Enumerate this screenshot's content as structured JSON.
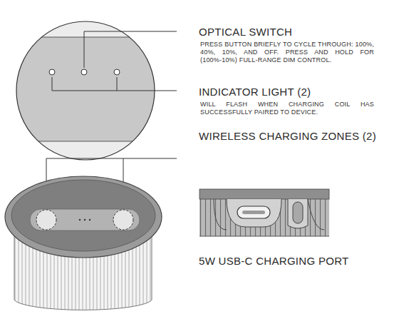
{
  "diagram": {
    "labels": [
      "OPTICAL SWITCH",
      "PRESS BUTTON BRIEFLY TO CYCLE THROUGH: 100%, 40%, 10%, AND OFF. PRESS AND HOLD FOR (100%-10%) FULL-RANGE DIM CONTROL.",
      "INDICATOR LIGHT (2)",
      "WILL FLASH WHEN CHARGING COIL HAS SUCCESSFULLY PAIRED TO DEVICE.",
      "WIRELESS CHARGING ZONES (2)",
      "5W USB-C CHARGING PORT"
    ]
  }
}
